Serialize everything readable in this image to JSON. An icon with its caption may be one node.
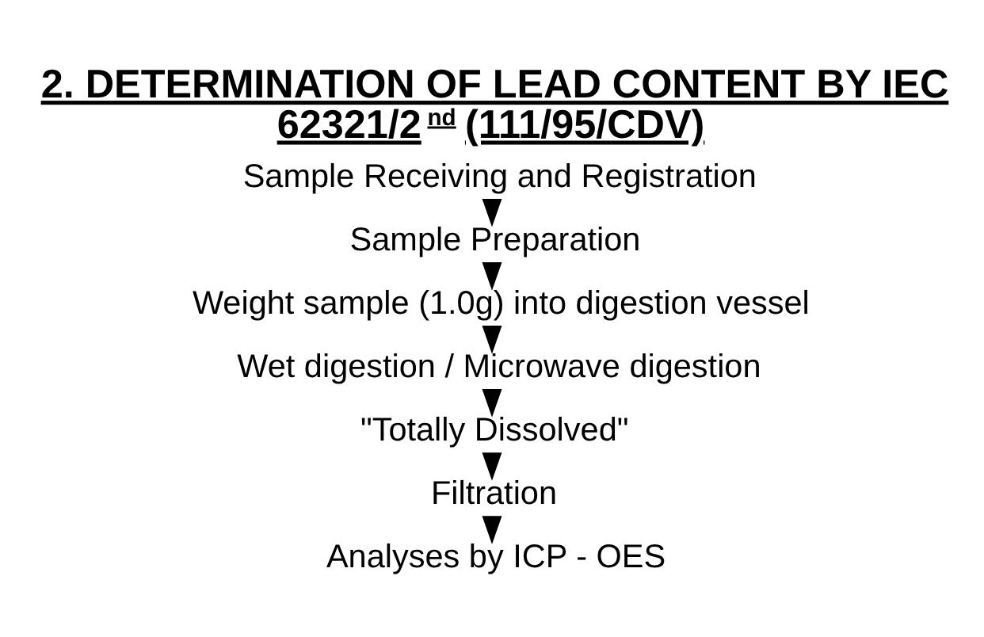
{
  "diagram": {
    "title": "2. DETERMINATION OF LEAD CONTENT BY IEC 62321/2$^{nd}$ (111/95/CDV)",
    "nodes": [
      {
        "text": [
          "Sample Receiving and Registration"
        ]
      },
      {
        "text": [
          "Sample Preparation"
        ]
      },
      {
        "text": [
          "Weight sample (1.0g) into digestion vessel"
        ]
      },
      {
        "text": [
          "Wet digestion / Microwave digestion"
        ]
      },
      {
        "text": [
          "\"Totally Dissolved\""
        ]
      },
      {
        "text": [
          "Filtration"
        ]
      },
      {
        "text": [
          "Analyses by ICP - OES"
        ]
      }
    ],
    "edges": [
      {
        "from": 0,
        "to": 1,
        "arrow": "to"
      },
      {
        "from": 1,
        "to": 2,
        "arrow": "to"
      },
      {
        "from": 2,
        "to": 3,
        "arrow": "to"
      },
      {
        "from": 3,
        "to": 4,
        "arrow": "to"
      },
      {
        "from": 4,
        "to": 5,
        "arrow": "to"
      },
      {
        "from": 5,
        "to": 6,
        "arrow": "to"
      }
    ]
  }
}
